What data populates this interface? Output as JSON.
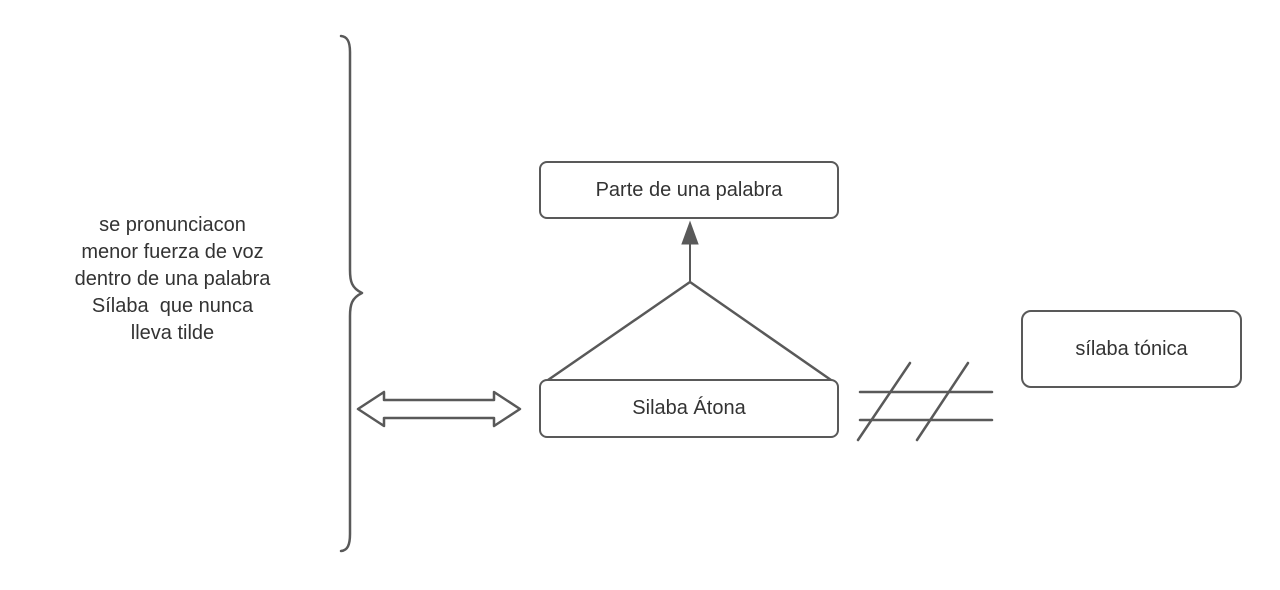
{
  "theme": {
    "stroke": "#595959",
    "text": "#333333",
    "bg": "#ffffff"
  },
  "left_note": {
    "lines": [
      "se pronunciacon",
      "menor fuerza de voz",
      "dentro de una palabra",
      "Sílaba  que nunca",
      "lleva tilde"
    ]
  },
  "nodes": {
    "parte": {
      "label": "Parte de una palabra"
    },
    "atona": {
      "label": "Silaba Átona"
    },
    "tonica": {
      "label": "sílaba tónica"
    }
  }
}
